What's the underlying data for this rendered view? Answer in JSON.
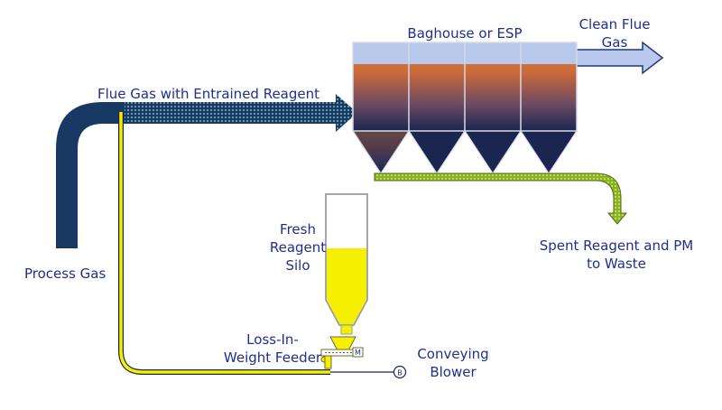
{
  "labels": {
    "baghouse": "Baghouse or ESP",
    "clean_flue_gas_line1": "Clean Flue",
    "clean_flue_gas_line2": "Gas",
    "flue_gas": "Flue Gas with Entrained Reagent",
    "process_gas": "Process Gas",
    "silo_line1": "Fresh",
    "silo_line2": "Reagent",
    "silo_line3": "Silo",
    "spent_line1": "Spent Reagent and PM",
    "spent_line2": "to Waste",
    "feeder_line1": "Loss-In-",
    "feeder_line2": "Weight Feeder",
    "blower_line1": "Conveying",
    "blower_line2": "Blower",
    "feeder_symbol": "M",
    "blower_symbol": "B"
  },
  "colors": {
    "duct": "#173963",
    "reagent": "#f4f000",
    "reagent_stroke": "#8a8a3a",
    "baghouse_top": "#b9c9ec",
    "baghouse_orange": "#e17d32",
    "baghouse_dark": "#1a2550",
    "spent_conveyor": "#8ab320",
    "text": "#1f2f8f"
  }
}
